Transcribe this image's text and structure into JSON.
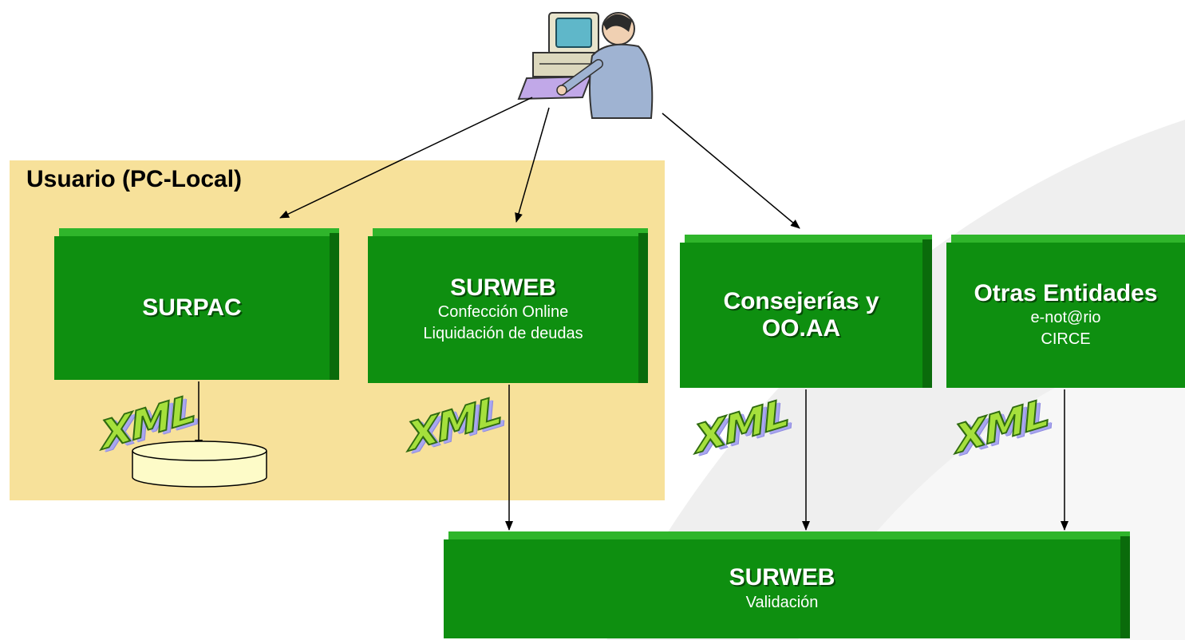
{
  "zone": {
    "title": "Usuario (PC-Local)"
  },
  "boxes": {
    "surpac": {
      "title": "SURPAC"
    },
    "surweb_online": {
      "title": "SURWEB",
      "line1": "Confección Online",
      "line2": "Liquidación de deudas"
    },
    "consejerias": {
      "title_line1": "Consejerías y",
      "title_line2": "OO.AA"
    },
    "otras": {
      "title": "Otras Entidades",
      "line1": "e-not@rio",
      "line2": "CIRCE"
    },
    "surweb_validacion": {
      "title": "SURWEB",
      "line1": "Validación"
    }
  },
  "xml_badges": [
    "XML",
    "XML",
    "XML",
    "XML"
  ],
  "colors": {
    "box_face": "#0e8f10",
    "box_top": "#2fb52b",
    "box_side": "#0a6b0b",
    "local_zone": "#f7e19a",
    "xml_fill": "#a5e03c",
    "xml_shadow": "#a9a6f0"
  },
  "icons": {
    "user": "user-at-computer-icon",
    "storage": "database-cylinder-icon"
  }
}
